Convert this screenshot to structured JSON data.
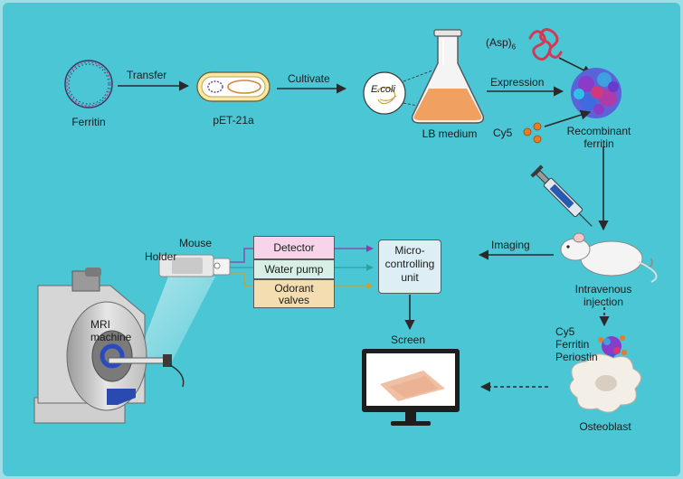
{
  "labels": {
    "ferritin": "Ferritin",
    "transfer": "Transfer",
    "plasmid": "pET-21a",
    "cultivate": "Cultivate",
    "ecoli": "E.coli",
    "lb_medium": "LB medium",
    "asp": "(Asp)",
    "asp_sub": "6",
    "expression": "Expression",
    "cy5_top": "Cy5",
    "recombinant_1": "Recombinant",
    "recombinant_2": "ferritin",
    "mouse": "Mouse",
    "holder": "Holder",
    "detector": "Detector",
    "water_pump": "Water pump",
    "odorant_1": "Odorant",
    "odorant_2": "valves",
    "mcu_1": "Micro-",
    "mcu_2": "controlling",
    "mcu_3": "unit",
    "imaging": "Imaging",
    "intravenous_1": "Intravenous",
    "intravenous_2": "injection",
    "mri_1": "MRI",
    "mri_2": "machine",
    "screen": "Screen",
    "cy5_bottom": "Cy5",
    "ferritin_bottom": "Ferritin",
    "periostin": "Periostin",
    "osteoblast": "Osteoblast"
  },
  "colors": {
    "background": "#4ac6d4",
    "frame": "#9fdee6",
    "detector_box": "#f7d4ea",
    "water_pump_box": "#d8efe6",
    "odorant_box": "#f4ddb0",
    "mcu_box": "#ddeef5",
    "arrow": "#2a2a2a",
    "line_detector": "#8a3fa8",
    "line_water": "#2aa3a0",
    "line_odorant": "#c9a030",
    "medium": "#f0a060",
    "ferritin_cluster": "#8a3cc8",
    "cy5_dot": "#e77b2a",
    "asp_peptide": "#d13a55"
  },
  "icons": [
    "ferritin-ring-icon",
    "plasmid-icon",
    "ecoli-cell-icon",
    "flask-icon",
    "peptide-icon",
    "ferritin-cluster-icon",
    "cy5-dots-icon",
    "syringe-icon",
    "mouse-icon",
    "mouse-holder-icon",
    "mri-machine-icon",
    "monitor-icon",
    "osteoblast-icon"
  ]
}
